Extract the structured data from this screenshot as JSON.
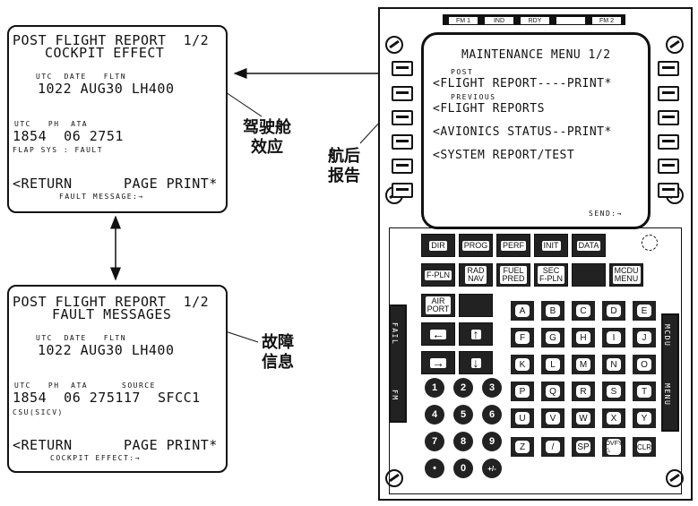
{
  "cockpit_screen": {
    "line1": "POST FLIGHT REPORT  1/2",
    "line2": "COCKPIT EFFECT",
    "hdr1": "UTC  DATE   FLTN",
    "val1": "1022 AUG30 LH400",
    "hdr2": "UTC   PH  ATA",
    "val2": "1854  06 2751",
    "msg": "FLAP SYS : FAULT",
    "return": "<RETURN",
    "print": "PAGE PRINT*",
    "footer": "FAULT MESSAGE:→"
  },
  "fault_screen": {
    "line1": "POST FLIGHT REPORT  1/2",
    "line2": "FAULT MESSAGES",
    "hdr1": "UTC  DATE   FLTN",
    "val1": "1022 AUG30 LH400",
    "hdr2": "UTC   PH  ATA      SOURCE",
    "val2": "1854  06 275117  SFCC1",
    "msg": "CSU(SICV)",
    "return": "<RETURN",
    "print": "PAGE PRINT*",
    "footer": "COCKPIT EFFECT:→"
  },
  "labels": {
    "cockpit_cn": "驾驶舱\n效应",
    "post_cn": "航后\n报告",
    "fault_cn": "故障\n信息"
  },
  "mcdu": {
    "annunciators": [
      "FM 1",
      "IND",
      "RDY",
      "",
      "FM 2"
    ],
    "title": "MAINTENANCE MENU 1/2",
    "small1": "POST",
    "line1": "<FLIGHT REPORT----PRINT*",
    "small2": "PREVIOUS",
    "line2": "<FLIGHT REPORTS",
    "line3": "<AVIONICS STATUS--PRINT*",
    "line4": "<SYSTEM REPORT/TEST",
    "send": "SEND:→",
    "fail_label": "FAIL",
    "fm_label": "FM",
    "mcdu_label": "MCDU",
    "menu_label": "MENU",
    "func_keys_row1": [
      "DIR",
      "PROG",
      "PERF",
      "INIT",
      "DATA"
    ],
    "func_keys_row2": [
      "F-PLN",
      "RAD\nNAV",
      "FUEL\nPRED",
      "SEC\nF-PLN",
      "",
      "MCDU\nMENU"
    ],
    "airport_key": "AIR\nPORT",
    "arrow_keys": [
      "←",
      "↑",
      "→",
      "↓"
    ],
    "letters": [
      "A",
      "B",
      "C",
      "D",
      "E",
      "F",
      "G",
      "H",
      "I",
      "J",
      "K",
      "L",
      "M",
      "N",
      "O",
      "P",
      "Q",
      "R",
      "S",
      "T",
      "U",
      "V",
      "W",
      "X",
      "Y",
      "Z",
      "/",
      "SP",
      "OVFY\n△",
      "CLR"
    ],
    "numbers": [
      "1",
      "2",
      "3",
      "4",
      "5",
      "6",
      "7",
      "8",
      "9",
      "•",
      "0",
      "+/-"
    ]
  }
}
